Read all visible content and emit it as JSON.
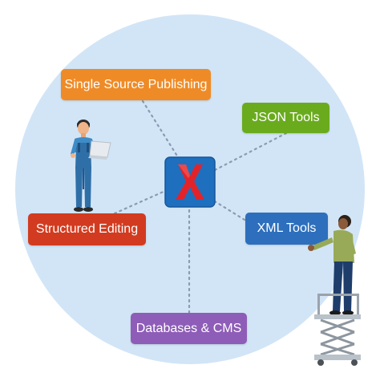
{
  "diagram": {
    "center": {
      "logo_icon": "oxygen-x-logo-icon",
      "logo_color": "#e2242a",
      "tile_color": "#1f6fbf"
    },
    "nodes": [
      {
        "id": "single-source",
        "label": "Single Source Publishing",
        "color": "#ef8b26"
      },
      {
        "id": "json",
        "label": "JSON Tools",
        "color": "#6aab1e"
      },
      {
        "id": "structured",
        "label": "Structured Editing",
        "color": "#d23b1f"
      },
      {
        "id": "xml",
        "label": "XML Tools",
        "color": "#2d6fbd"
      },
      {
        "id": "databases",
        "label": "Databases & CMS",
        "color": "#8e5db8"
      }
    ],
    "background_circle_color": "#d2e5f7",
    "connector_style": "dotted",
    "figures": {
      "left": "person-with-laptop-icon",
      "right": "person-on-scissor-lift-icon"
    }
  }
}
